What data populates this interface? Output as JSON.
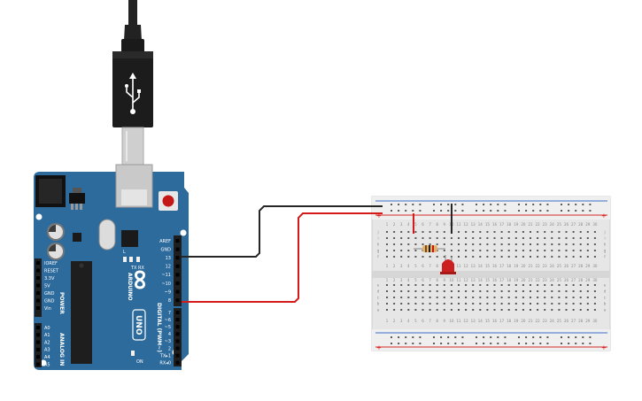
{
  "colors": {
    "board": "#2d6b9d",
    "board_dark": "#1f4f76",
    "breadboard": "#eaeaea",
    "breadboard_hole": "#5a5a5a",
    "rail_red": "#d62828",
    "rail_blue": "#3a6fc8",
    "wire_black": "#262626",
    "wire_red": "#d41a1a",
    "led": "#cc1f1f",
    "resistor": "#e3b26a",
    "usb_plug": "#222222",
    "usb_metal": "#cfcfcf"
  },
  "arduino": {
    "brand": "ARDUINO",
    "model": "UNO",
    "power_header": [
      "IOREF",
      "RESET",
      "3.3V",
      "5V",
      "GND",
      "GND",
      "Vin"
    ],
    "power_title": "POWER",
    "analog_header": [
      "A0",
      "A1",
      "A2",
      "A3",
      "A4",
      "A5"
    ],
    "analog_title": "ANALOG IN",
    "digital_top": [
      "AREF",
      "GND",
      "13",
      "12",
      "~11",
      "~10",
      "~9",
      "8"
    ],
    "digital_bottom": [
      "7",
      "~6",
      "~5",
      "4",
      "~3",
      "2",
      "TX▸1",
      "RX◂0"
    ],
    "digital_title": "DIGITAL (PWM~)",
    "leds": [
      "TX",
      "RX",
      "L"
    ],
    "on_label": "ON"
  },
  "breadboard": {
    "row_letters_top": [
      "j",
      "i",
      "h",
      "g",
      "f"
    ],
    "row_letters_bottom": [
      "e",
      "d",
      "c",
      "b",
      "a"
    ],
    "plus": "+",
    "minus": "-",
    "columns": [
      "1",
      "2",
      "3",
      "4",
      "5",
      "6",
      "7",
      "8",
      "9",
      "10",
      "11",
      "12",
      "13",
      "14",
      "15",
      "16",
      "17",
      "18",
      "19",
      "20",
      "21",
      "22",
      "23",
      "24",
      "25",
      "26",
      "27",
      "28",
      "29",
      "30"
    ]
  },
  "icons": {
    "usb": "usb-icon",
    "infinity_logo": "infinity-logo-icon"
  }
}
